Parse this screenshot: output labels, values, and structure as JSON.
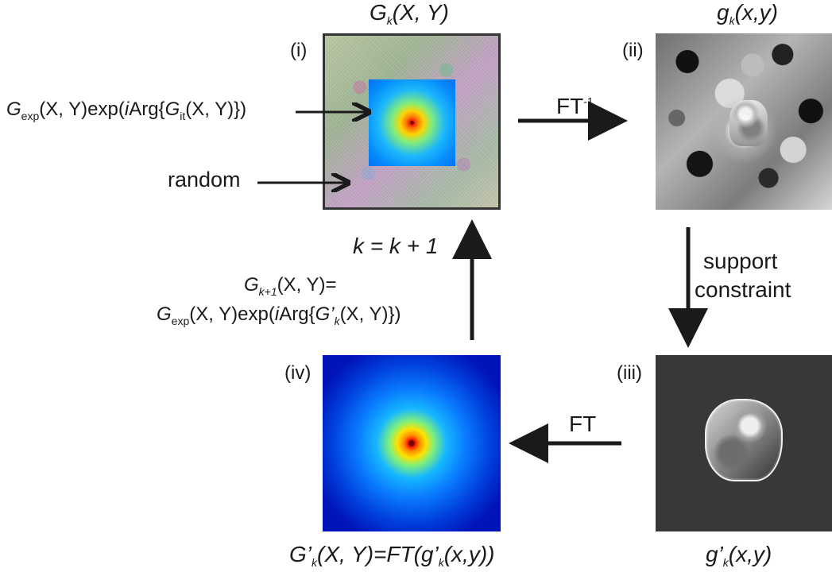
{
  "diagram": {
    "top_left_title": {
      "main": "G",
      "sub": "k",
      "rest": "(X, Y)"
    },
    "top_right_title": {
      "main": "g",
      "sub": "k",
      "rest": "(x,y)"
    },
    "bottom_left_title": {
      "main": "G’",
      "sub": "k",
      "rest": "(X, Y)=FT(g’",
      "sub2": "k",
      "rest2": "(x,y))"
    },
    "bottom_right_title": {
      "main": "g’",
      "sub": "k",
      "rest": "(x,y)"
    },
    "tags": {
      "i": "(i)",
      "ii": "(ii)",
      "iii": "(iii)",
      "iv": "(iv)"
    },
    "left_top_formula": {
      "g": "G",
      "sub": "exp",
      "rest1": "(X, Y)exp(",
      "i": "i",
      "rest2": "Arg{",
      "g2": "G",
      "sub2": "it",
      "rest3": "(X, Y)})"
    },
    "random_label": "random",
    "top_arrow_label": {
      "main": "FT",
      "sup": "-1"
    },
    "right_arrow_label": {
      "line1": "support",
      "line2": "constraint"
    },
    "bottom_arrow_label": "FT",
    "update_label": "k = k + 1",
    "left_formula": {
      "line1_main": "G",
      "line1_sub": "k+1",
      "line1_rest": "(X, Y)=",
      "line2_g": "G",
      "line2_sub": "exp",
      "line2_rest1": "(X, Y)exp(",
      "line2_i": "i",
      "line2_rest2": "Arg{",
      "line2_g2": "G’",
      "line2_sub2": "k",
      "line2_rest3": "(X, Y)})"
    }
  }
}
